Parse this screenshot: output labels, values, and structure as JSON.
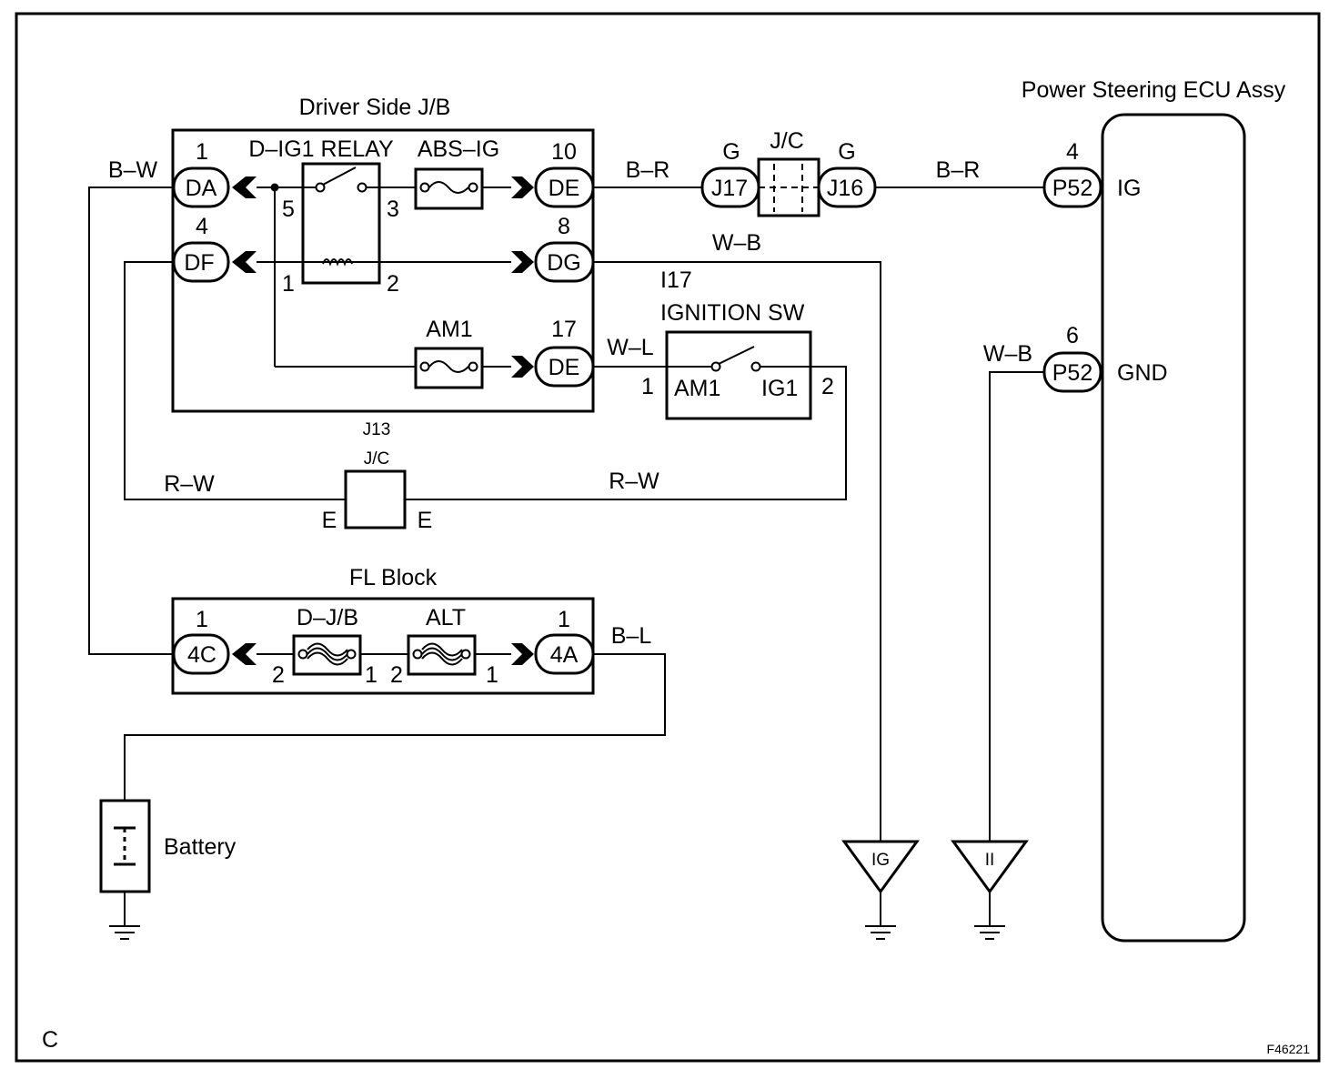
{
  "corner_label": "C",
  "figure_id": "F46221",
  "driver_jb": {
    "title": "Driver Side J/B",
    "relay_label": "D–IG1 RELAY",
    "abs_fuse_label": "ABS–IG",
    "am1_fuse_label": "AM1",
    "relay_pins": [
      "5",
      "3",
      "1",
      "2"
    ],
    "connectors": [
      {
        "name": "DA",
        "pin": "1"
      },
      {
        "name": "DF",
        "pin": "4"
      },
      {
        "name": "DE",
        "pin": "10"
      },
      {
        "name": "DG",
        "pin": "8"
      },
      {
        "name": "DE",
        "pin": "17"
      }
    ]
  },
  "jc_top": {
    "label": "J/C",
    "left_conn": "J17",
    "left_pin": "G",
    "right_conn": "J16",
    "right_pin": "G"
  },
  "ecu": {
    "title": "Power Steering ECU Assy",
    "ig": {
      "conn": "P52",
      "pin": "4",
      "signal": "IG"
    },
    "gnd": {
      "conn": "P52",
      "pin": "6",
      "signal": "GND"
    }
  },
  "ignition_sw": {
    "code": "I17",
    "title": "IGNITION SW",
    "left_term": "AM1",
    "right_term": "IG1",
    "left_pin": "1",
    "right_pin": "2"
  },
  "j13": {
    "code": "J13",
    "label": "J/C",
    "left": "E",
    "right": "E"
  },
  "fl_block": {
    "title": "FL Block",
    "fuse1": "D–J/B",
    "fuse2": "ALT",
    "left_conn": {
      "name": "4C",
      "pin": "1"
    },
    "right_conn": {
      "name": "4A",
      "pin": "1"
    },
    "fuse_pins": [
      "2",
      "1",
      "2",
      "1"
    ]
  },
  "battery": "Battery",
  "ground_points": [
    "IG",
    "II"
  ],
  "wires": {
    "bw": "B–W",
    "br1": "B–R",
    "br2": "B–R",
    "wb_top": "W–B",
    "wl": "W–L",
    "rw_left": "R–W",
    "rw_right": "R–W",
    "wb_gnd": "W–B",
    "bl": "B–L"
  }
}
